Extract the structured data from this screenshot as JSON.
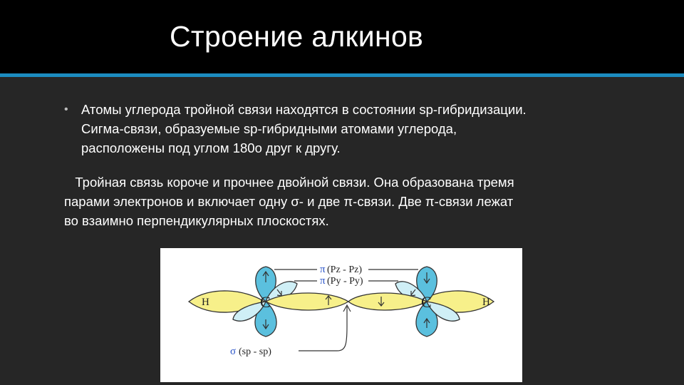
{
  "slide": {
    "title": "Строение алкинов",
    "bullet": {
      "lines": [
        "Атомы углерода тройной связи находятся в состоянии sp-гибридизации.",
        "Сигма-связи, образуемые sp-гибридными атомами углерода,",
        "расположены под углом 180о друг к другу."
      ]
    },
    "paragraph": {
      "lines": [
        "   Тройная связь короче и прочнее двойной связи. Она образована тремя",
        "парами электронов и включает одну σ- и две π-связи. Две π-связи лежат",
        "во взаимно перпендикулярных плоскостях."
      ]
    },
    "diagram": {
      "atom_left_H": "H",
      "atom_left_C": "C",
      "atom_right_C": "C",
      "atom_right_H": "H",
      "pi_symbol_1": "π",
      "pi_label_1": "(Pz - Pz)",
      "pi_symbol_2": "π",
      "pi_label_2": "(Py - Py)",
      "sigma_symbol": "σ",
      "sigma_label": "(sp - sp)"
    }
  },
  "colors": {
    "background": "#262626",
    "title_band": "#000000",
    "accent": "#1c8cc0",
    "text": "#ffffff",
    "orbital_yellow": "#f7f08a",
    "orbital_light_blue": "#cfeff6",
    "orbital_blue": "#5bc0de"
  }
}
